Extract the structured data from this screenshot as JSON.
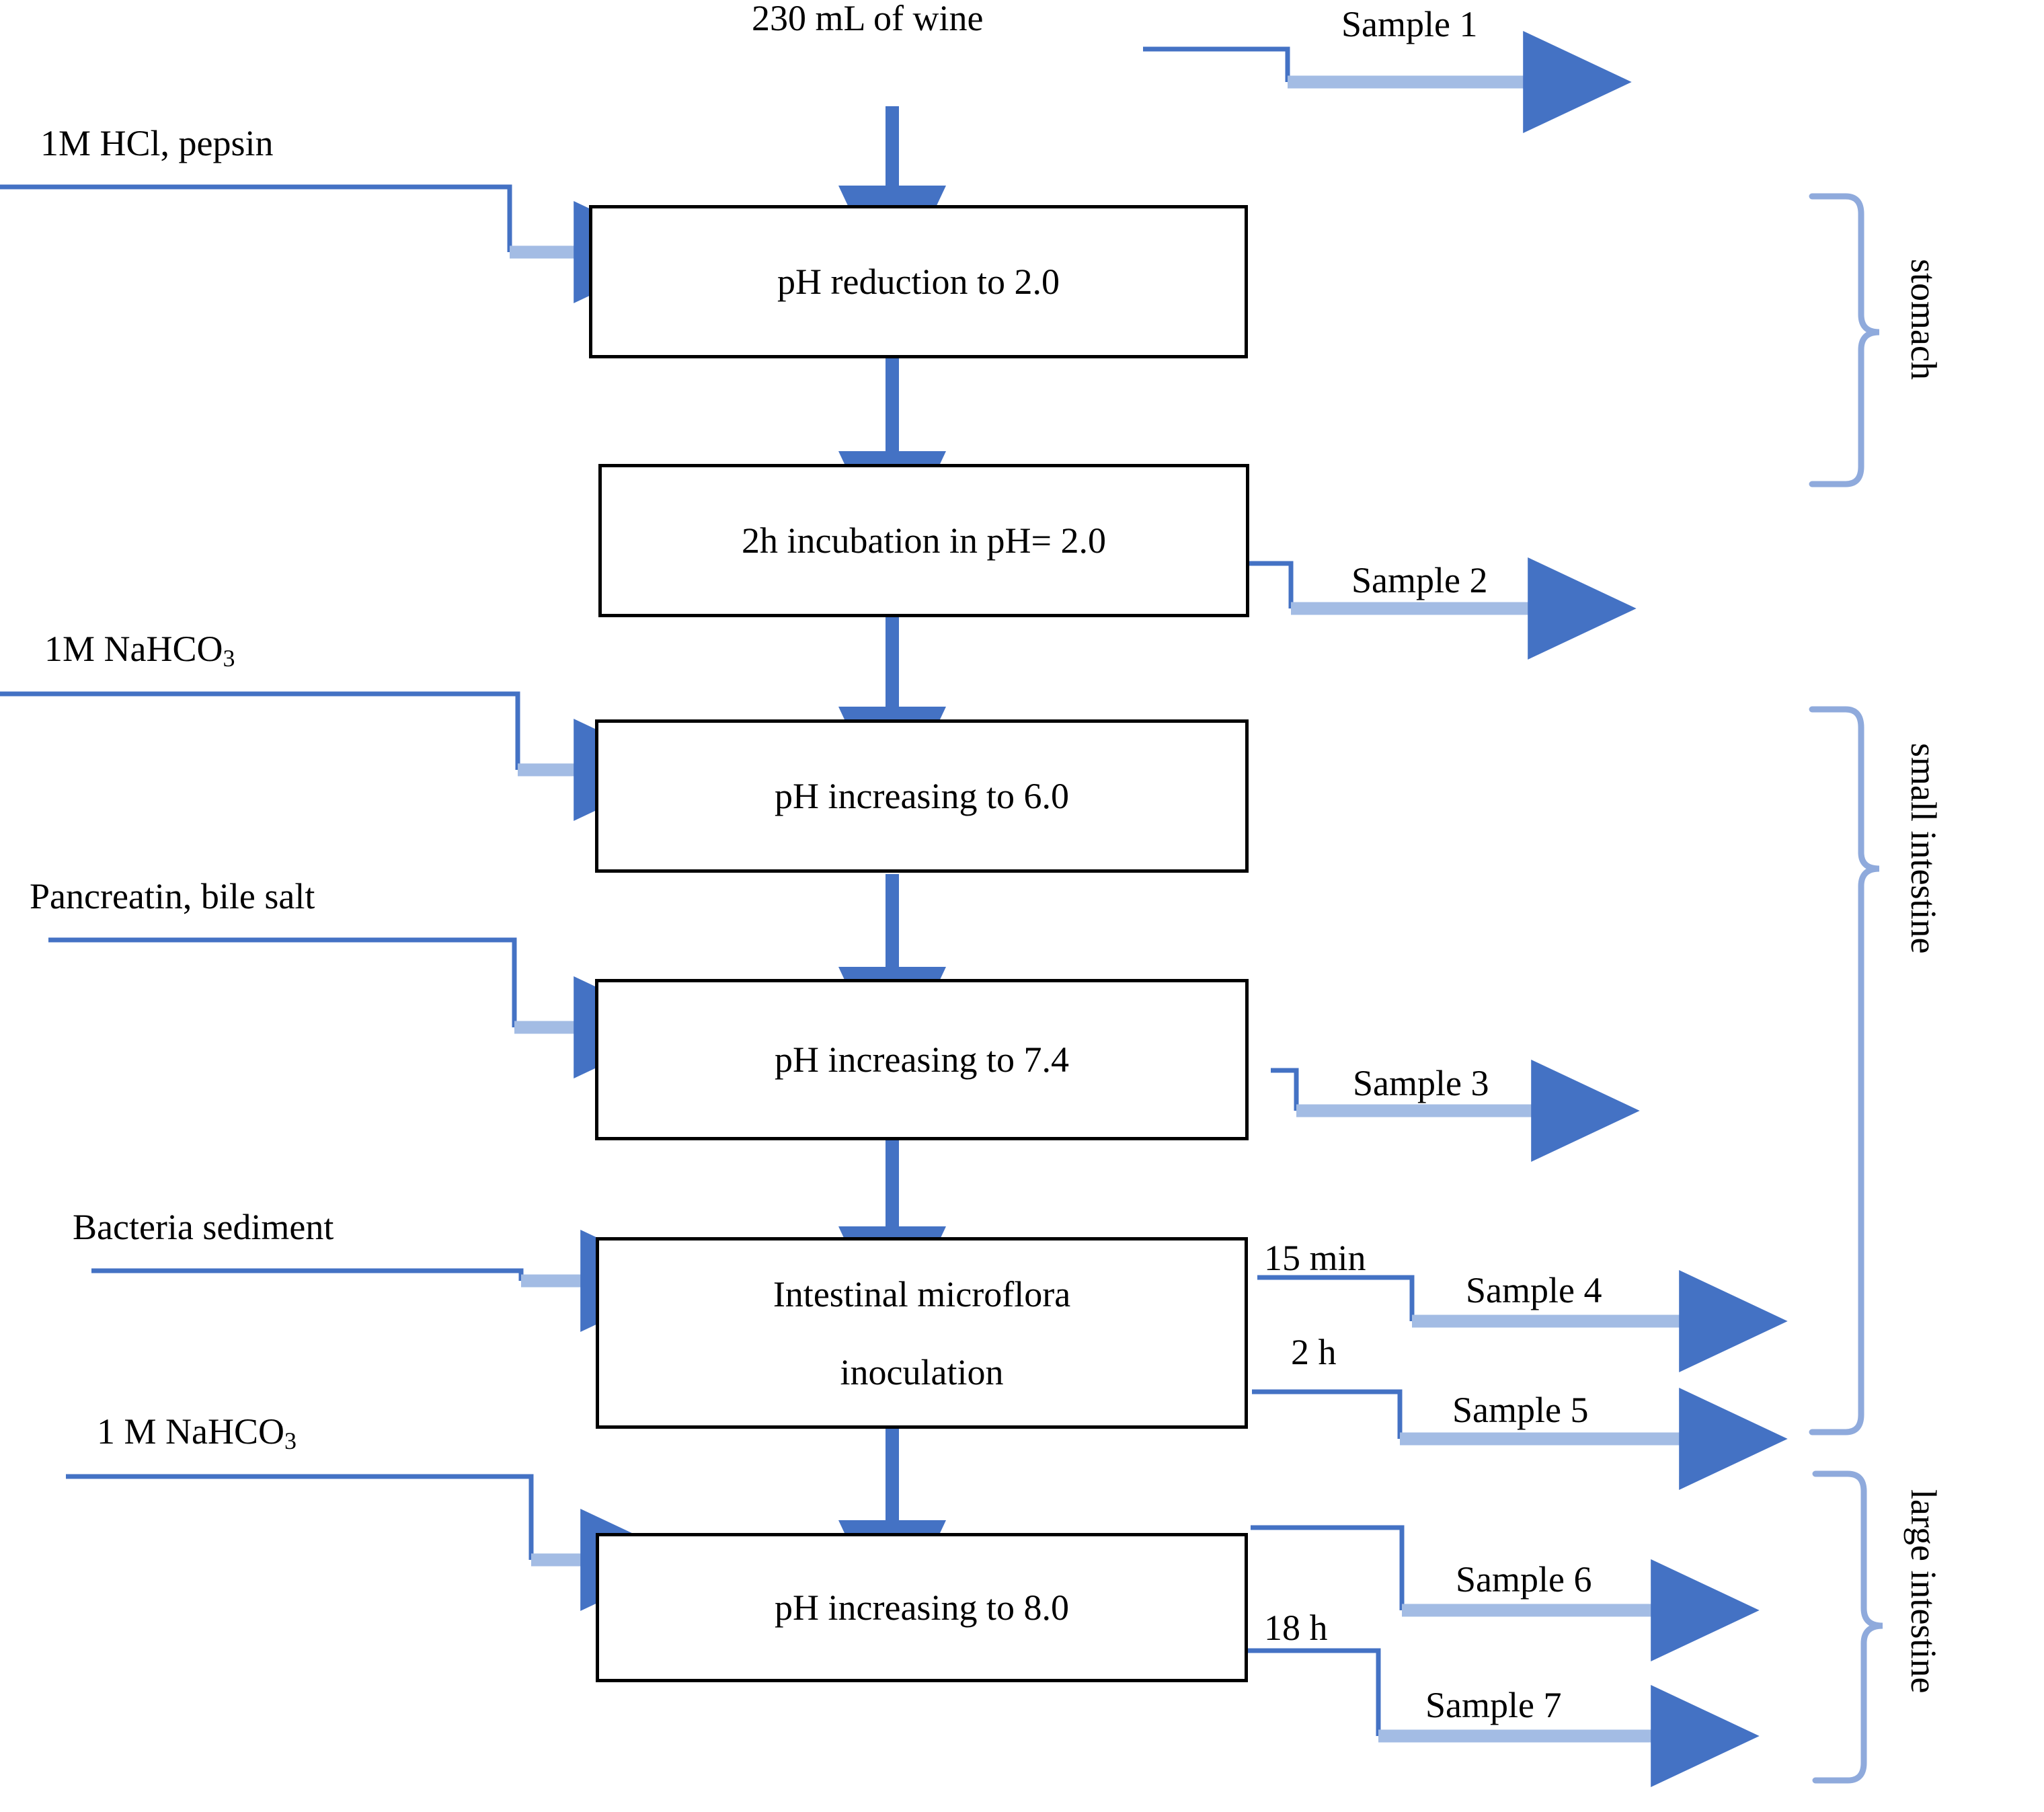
{
  "diagram": {
    "title_text": "230 mL of wine",
    "colors": {
      "arrow_solid": "#4472C4",
      "arrow_light": "#A3BCE4",
      "brace": "#8FAADC",
      "box_border": "#000000",
      "text": "#000000",
      "background": "#FFFFFF"
    },
    "input_label": "230 mL of wine",
    "process_boxes": [
      {
        "id": "box1",
        "label": "pH reduction to 2.0"
      },
      {
        "id": "box2",
        "label": "2h incubation in pH= 2.0"
      },
      {
        "id": "box3",
        "label": "pH increasing to 6.0"
      },
      {
        "id": "box4",
        "label": "pH increasing to 7.4"
      },
      {
        "id": "box5",
        "label_line1": "Intestinal microflora",
        "label_line2": "inoculation"
      },
      {
        "id": "box6",
        "label": "pH increasing to 8.0"
      }
    ],
    "reagents": [
      {
        "id": "reagent1",
        "text": "1M HCl, pepsin",
        "has_subscript": false
      },
      {
        "id": "reagent2",
        "text": "1M NaHCO",
        "subscript": "3",
        "has_subscript": true
      },
      {
        "id": "reagent3",
        "text": "Pancreatin, bile salt",
        "has_subscript": false
      },
      {
        "id": "reagent4",
        "text": "Bacteria sediment",
        "has_subscript": false
      },
      {
        "id": "reagent5",
        "text": "1 M NaHCO",
        "subscript": "3",
        "has_subscript": true
      }
    ],
    "samples": [
      {
        "id": "sample1",
        "label": "Sample 1",
        "time": null
      },
      {
        "id": "sample2",
        "label": "Sample 2",
        "time": null
      },
      {
        "id": "sample3",
        "label": "Sample 3",
        "time": null
      },
      {
        "id": "sample4",
        "label": "Sample 4",
        "time": "15 min"
      },
      {
        "id": "sample5",
        "label": "Sample 5",
        "time": "2 h"
      },
      {
        "id": "sample6",
        "label": "Sample 6",
        "time": null
      },
      {
        "id": "sample7",
        "label": "Sample 7",
        "time": "18 h"
      }
    ],
    "time_labels": {
      "t_15min": "15 min",
      "t_2h": "2 h",
      "t_18h": "18 h"
    },
    "compartments": [
      {
        "id": "comp-stomach",
        "label": "stomach"
      },
      {
        "id": "comp-small-intestine",
        "label": "small intestine"
      },
      {
        "id": "comp-large-intestine",
        "label": "large intestine"
      }
    ]
  }
}
